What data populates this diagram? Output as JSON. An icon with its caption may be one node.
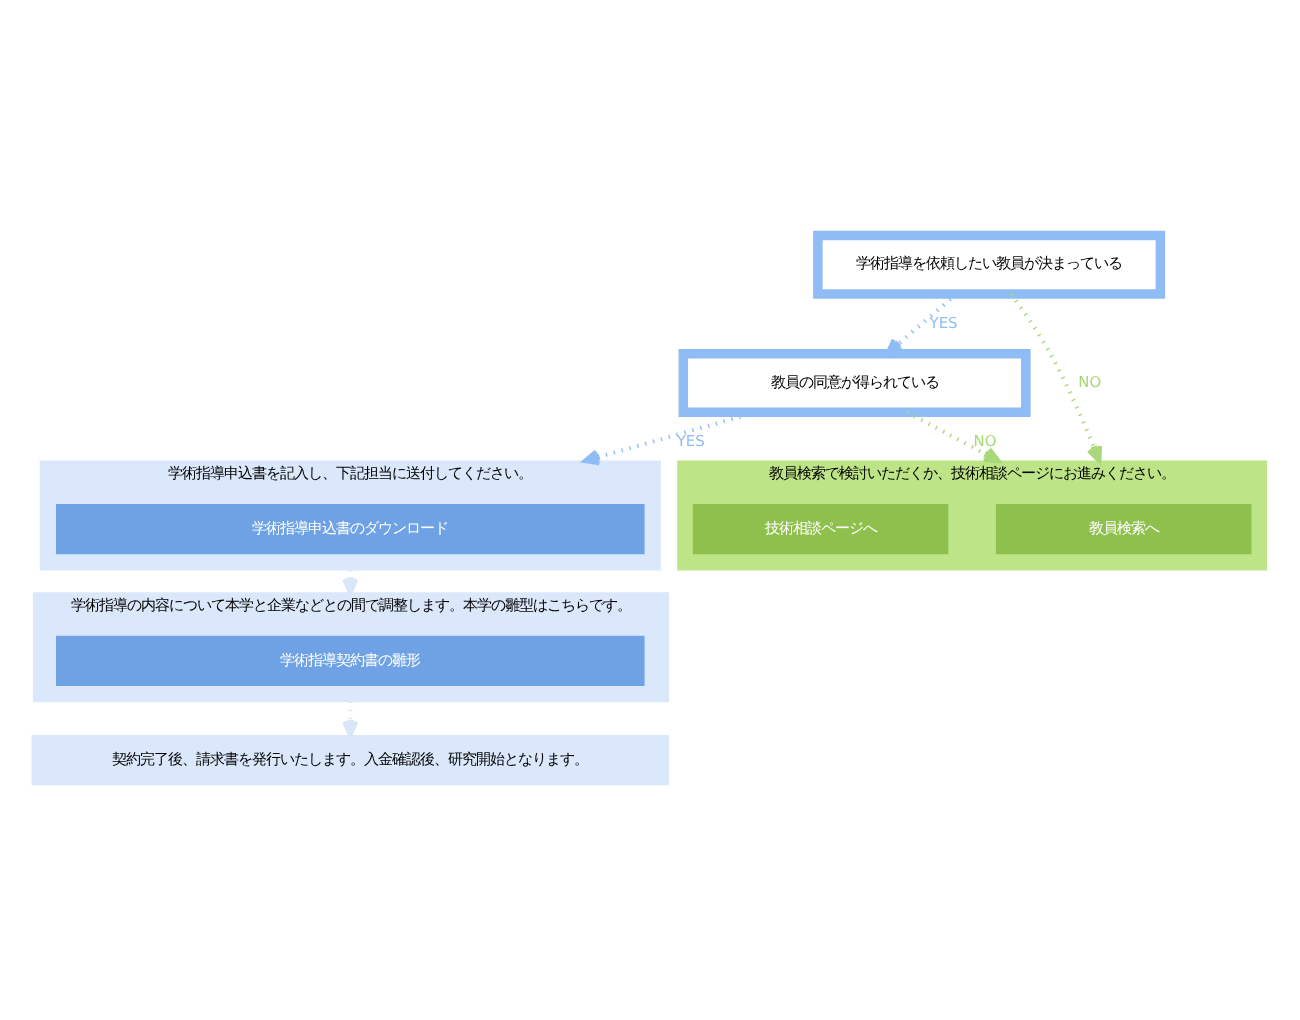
{
  "diagram": {
    "nodes": [
      {
        "text": [
          "学術指導を依頼したい教員が決まっている"
        ]
      },
      {
        "text": [
          "教員の同意が得られている"
        ]
      },
      {
        "text": [
          "教員検索で検討いただくか、技術相談ページにお進みください。"
        ]
      },
      {
        "text": [
          "教員検索へ"
        ],
        "in": 2
      },
      {
        "text": [
          "技術相談ページへ"
        ],
        "in": 2
      },
      {
        "text": [
          "学術指導申込書を記入し、下記担当に送付してください。"
        ]
      },
      {
        "text": [
          "学術指導申込書のダウンロード"
        ],
        "in": 5
      },
      {
        "text": [
          "学術指導の内容について本学と企業などとの間で調整します。本学の雛型はこちらです。"
        ]
      },
      {
        "text": [
          "学術指導契約書の雛形"
        ],
        "in": 7
      },
      {
        "text": [
          "契約完了後、請求書を発行いたします。入金確認後、研究開始となります。"
        ]
      }
    ],
    "edges": [
      {
        "from": 0,
        "to": 2,
        "arrow": "to",
        "label": "NO",
        "style": "dashed",
        "color": "#a8d878"
      },
      {
        "from": 0,
        "to": 1,
        "arrow": "to",
        "label": "YES",
        "style": "dashed",
        "color": "#8fbcf5"
      },
      {
        "from": 1,
        "to": 2,
        "arrow": "to",
        "label": "NO",
        "style": "dashed",
        "color": "#a8d878"
      },
      {
        "from": 1,
        "to": 5,
        "arrow": "to",
        "label": "YES",
        "style": "dashed",
        "color": "#8fbcf5"
      },
      {
        "from": 5,
        "to": 7,
        "arrow": "to",
        "style": "dashed",
        "color": "#d8e6f8"
      },
      {
        "from": 7,
        "to": 9,
        "arrow": "to",
        "style": "dashed",
        "color": "#d8e6f8"
      }
    ]
  }
}
